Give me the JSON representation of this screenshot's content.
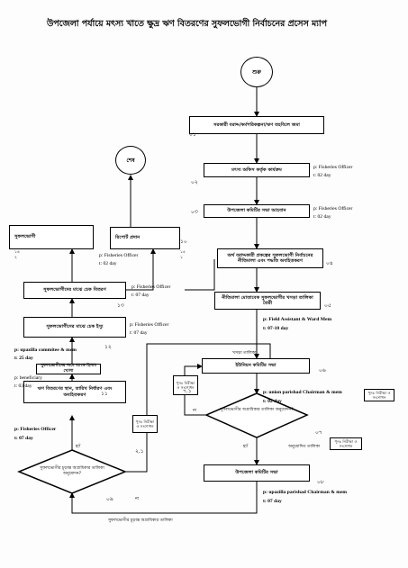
{
  "title": "উপজেলা পর্যায়ে মৎস্য খাতে ক্ষুদ্র ঋণ বিতরণের সুফলভোগী নির্বাচনের প্রসেস ম্যাপ",
  "nodes": {
    "start": "শুরু",
    "end": "শেষ",
    "b01": "সরকারী বরাদ্দ/কর্মপরিকল্পনা/ঋণ তহবিলে জমা",
    "b02": "মৎস্য অফিস কর্তৃক কার্যক্রম",
    "b03": "উপজেলা কমিটির সভা আহবান",
    "b04": "অর্থ বরাদ্দকারী প্রকল্পের সুফলভোগী নির্বাচনের নীতিমালা এবং পদ্ধতি অবহিতকরণ",
    "b05": "নীতিমালা মোতাবেক সুফলভোগীর খসড়া তালিকা তৈরী",
    "b06": "ইউনিয়ন কমিটির সভা",
    "d07": "সুফলভোগীর অগ্রাধিকার তালিকা অনুমোদন?",
    "b08": "উপজেলা কমিটির সভা",
    "d09": "সুফলভোগীর চূড়ান্ত অগ্রাধিকার তালিকা অনুমোদন?",
    "b10": "ঋণ বিতরণের স্থান, তারিখ নির্ধারণ এবং অবহিতকরণ",
    "b11": "সুফলভোগীদের নামে ব্যাংক হিসাব খোলা",
    "b12": "সুফলভোগীদের মাঝে চেক ইস্যু",
    "b13": "সুফলভোগীদের মাঝে চেক বিতরণ",
    "b14": "সুফলভোগী",
    "b15": "রিপোর্ট প্রদান"
  },
  "step_numbers": {
    "n01": "০১",
    "n02": "০২",
    "n03": "০৩",
    "n04": "০৪",
    "n05": "০৫",
    "n06": "০৬",
    "n07": "০৭",
    "n08": "০৮",
    "n09": "০৯",
    "n10": "১০",
    "n11": "১১",
    "n12": "১২",
    "n13": "১৩",
    "n14": "১৪",
    "n15": "১৫",
    "n71": "৭.১",
    "n21": "২.১"
  },
  "side_boxes": {
    "recheck_a": "পুনঃ নিরীক্ষা ও সংশোধন",
    "recheck_b": "পুনঃ নিরীক্ষা ও সংশোধন",
    "recheck_c": "পুনঃ নিরীক্ষা ও সংশোধন",
    "recheck_d": "পুনঃ নিরীক্ষা ও সংশোধন"
  },
  "annotations": {
    "a02_role": "p: Fisheries Officer",
    "a02_time": "t: 02 day",
    "a03_role": "p: Fisheries Officer",
    "a03_time": "t: 02 day",
    "a05_role": "p: Field Assistant & Ward Mem",
    "a05_time": "t: 07-10 day",
    "a06_role": "p: union parishad Chairman & mem",
    "a06_time": "t: 02 day",
    "a08_role": "p: upazilla parishad Chairman & mem",
    "a08_time": "t: 07 day",
    "a10_role": "p: Fisheries Officer",
    "a10_time": "t: 07 day",
    "a11_role": "p: beneficiary",
    "a11_time": "t: 03 day",
    "a12_role": "p: upazilla commitee & mem",
    "a12_time": "t: 25 day",
    "a13_role": "p: Fisheries Officer",
    "a13_time": "t: 07 day",
    "a15_role": "p: Fisheries Officer",
    "a15_time": "t: 02 day"
  },
  "edge_labels": {
    "draft_list": "খসড়া তালিকা",
    "yes_07": "হ্যাঁ",
    "no_07": "না",
    "approved_list": "অনুমোদিত তালিকা",
    "yes_09": "হ্যাঁ",
    "no_09": "না",
    "final_list": "সুফলভোগীর চূড়ান্ত অগ্রাধিকার তালিকা",
    "n14_a": "১৪",
    "n14_b": "২",
    "n15_a": "১৫",
    "n15_b": "১"
  }
}
